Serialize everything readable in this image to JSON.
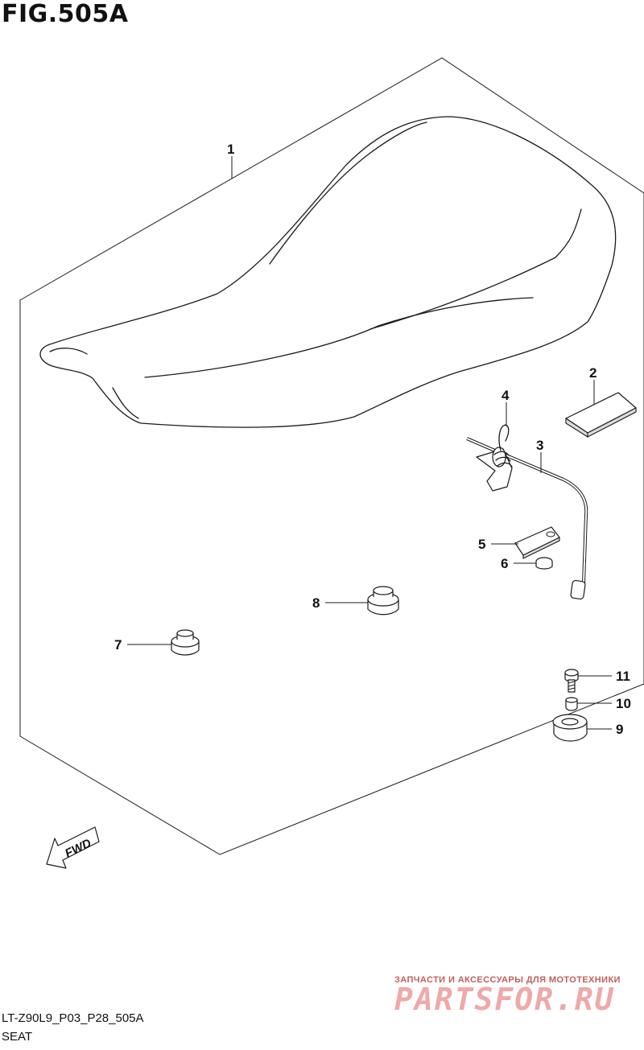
{
  "figure": {
    "title": "FIG.505A"
  },
  "callouts": [
    "1",
    "2",
    "3",
    "4",
    "5",
    "6",
    "7",
    "8",
    "9",
    "10",
    "11"
  ],
  "fwd_label": "FWD",
  "watermark": {
    "small": "ЗАПЧАСТИ И АКСЕССУАРЫ ДЛЯ МОТОТЕХНИКИ",
    "big": "PARTSFOR.RU"
  },
  "footer": {
    "code": "LT-Z90L9_P03_P28_505A",
    "name": "SEAT"
  }
}
